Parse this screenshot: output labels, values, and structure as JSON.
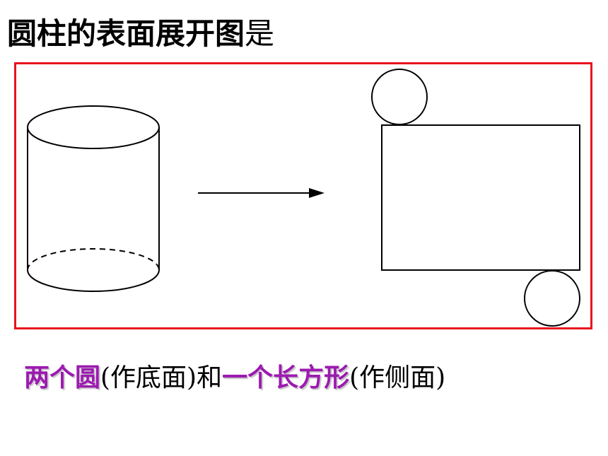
{
  "title": {
    "main": "圆柱的表面展开图",
    "tail": "是"
  },
  "diagram": {
    "stroke_color": "#000000",
    "frame_color": "#e8141e"
  },
  "caption": {
    "part1": "两个圆",
    "part2": "(作底面)和",
    "part3": "一个长方形",
    "part4": "(作侧面)",
    "highlight_color": "#9c1ab0"
  }
}
